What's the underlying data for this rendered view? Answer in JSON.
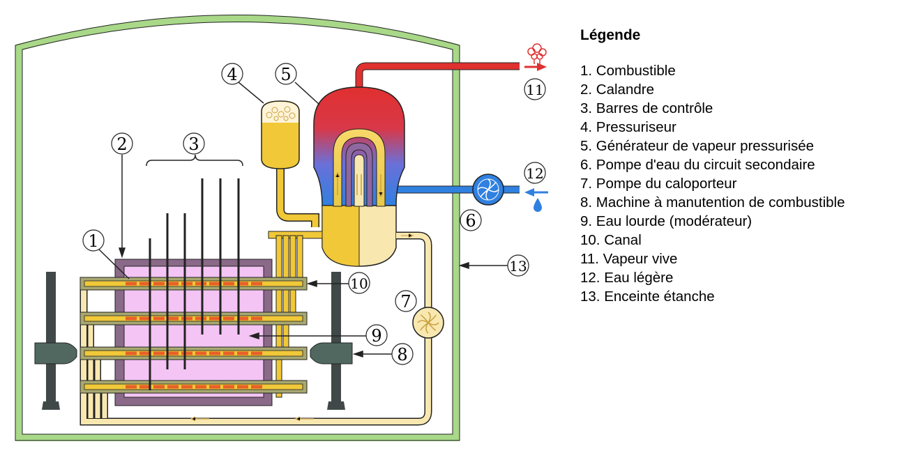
{
  "legend": {
    "title": "Légende",
    "items": [
      "1. Combustible",
      "2. Calandre",
      "3. Barres de contrôle",
      "4. Pressuriseur",
      "5. Générateur de vapeur pressurisée",
      "6. Pompe d'eau du circuit secondaire",
      "7. Pompe du caloporteur",
      "8. Machine à manutention de combustible",
      "9. Eau lourde (modérateur)",
      "10. Canal",
      "11. Vapeur vive",
      "12. Eau légère",
      "13. Enceinte étanche"
    ]
  },
  "callouts": [
    "1",
    "2",
    "3",
    "4",
    "5",
    "6",
    "7",
    "8",
    "9",
    "10",
    "11",
    "12",
    "13"
  ],
  "colors": {
    "containment": "#a8d888",
    "calandria": "#8a6a88",
    "moderator": "#f4c4f4",
    "coolant": "#f0c838",
    "coolant_light": "#f8e8b0",
    "fuel": "#e86028",
    "steam": "#e03030",
    "water": "#3080e0",
    "machine": "#506860"
  }
}
